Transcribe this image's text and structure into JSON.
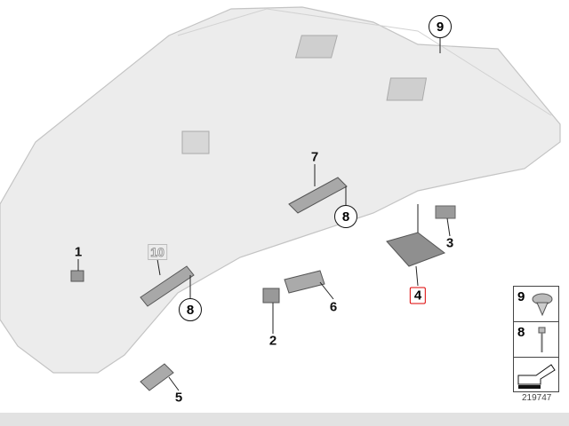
{
  "callouts": {
    "c1": "1",
    "c2": "2",
    "c3": "3",
    "c4": "4",
    "c5": "5",
    "c6": "6",
    "c7": "7",
    "c8a": "8",
    "c8b": "8",
    "c9": "9",
    "c10": "10"
  },
  "legend": {
    "item_9": "9",
    "item_8": "8"
  },
  "diagram_number": "219747",
  "colors": {
    "highlight": "#dd0000",
    "headliner": "#ececec"
  }
}
